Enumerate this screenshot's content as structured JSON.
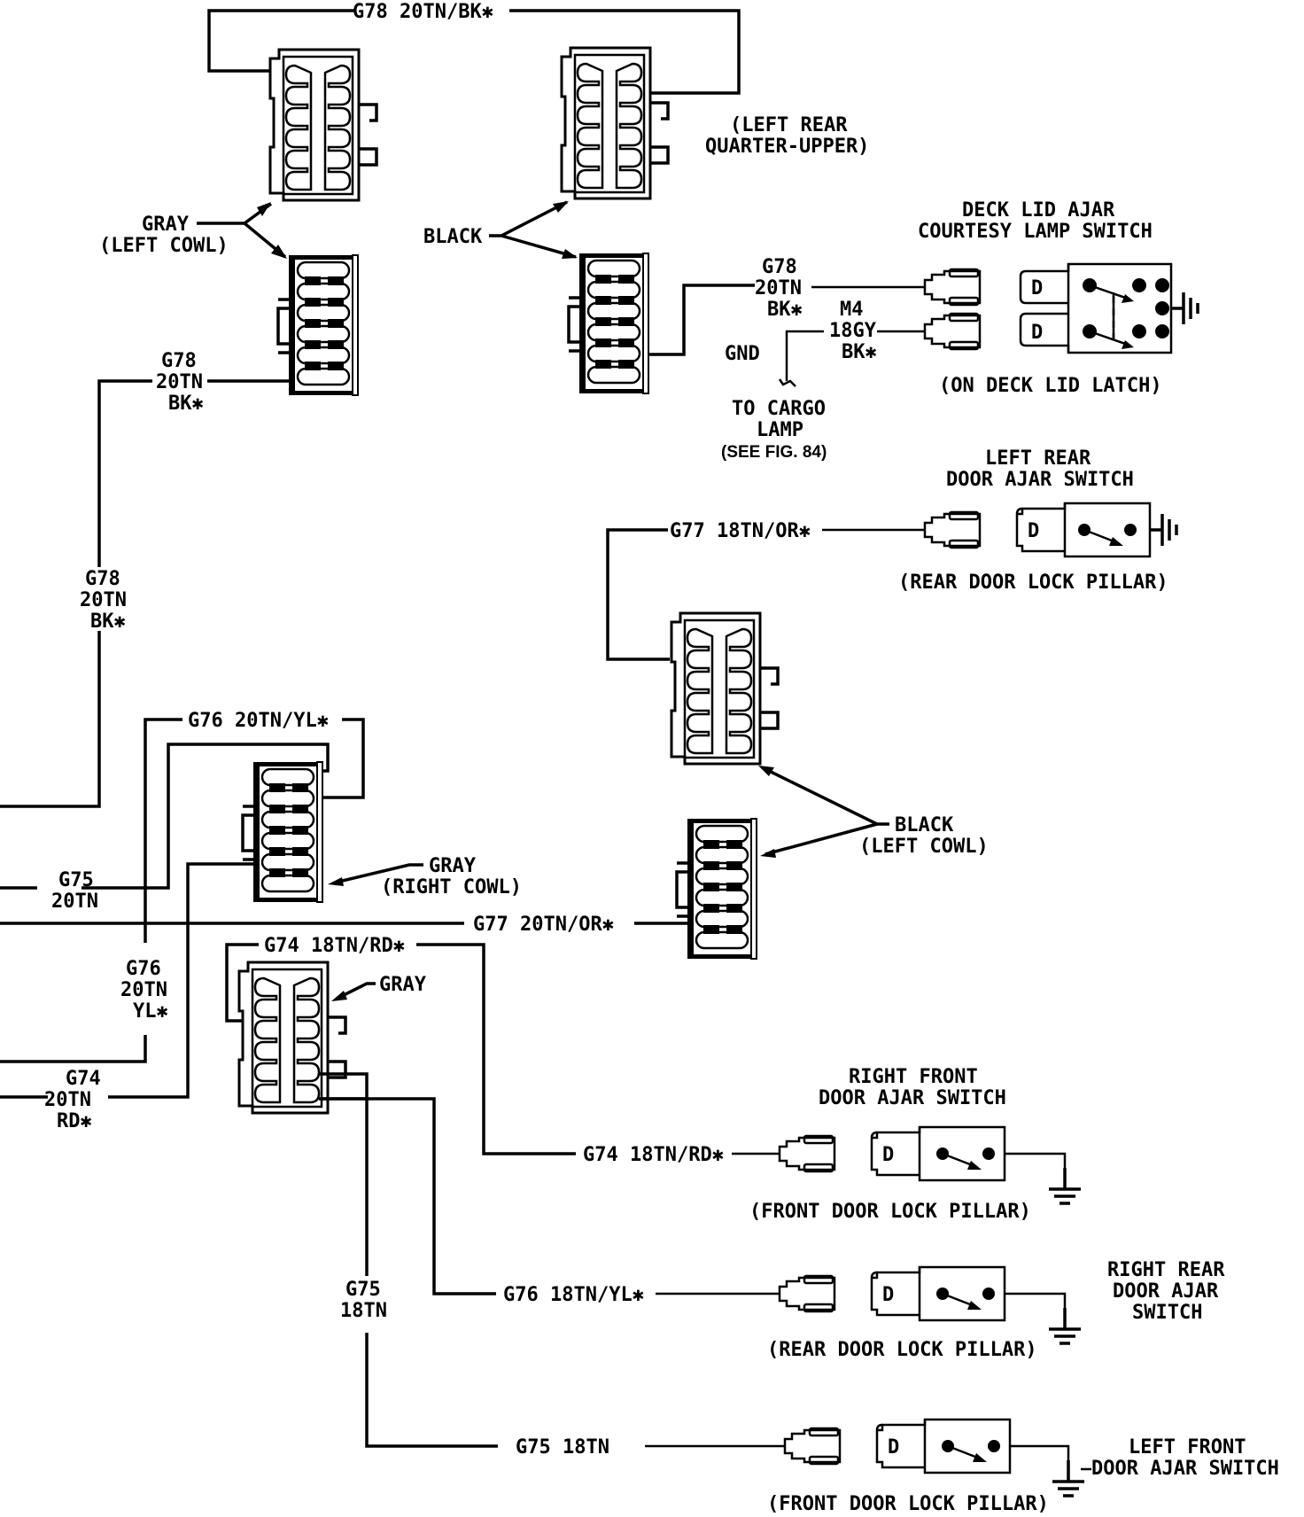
{
  "diagram": {
    "title": "Door Ajar / Courtesy Lamp Switch Wiring",
    "colors": {
      "ink": "#000000",
      "background": "#ffffff"
    },
    "connectors": [
      {
        "id": "c-top-left",
        "label": "GRAY (LEFT COWL)",
        "kind": "female"
      },
      {
        "id": "c-top-left-mate",
        "label": "GRAY (LEFT COWL)",
        "kind": "male"
      },
      {
        "id": "c-top-right",
        "label": "BLACK",
        "kind": "female"
      },
      {
        "id": "c-top-right-mate",
        "label": "BLACK",
        "kind": "male"
      },
      {
        "id": "c-mid-right",
        "label": "BLACK (LEFT COWL)",
        "kind": "female"
      },
      {
        "id": "c-mid-right-mate",
        "label": "BLACK (LEFT COWL)",
        "kind": "male"
      },
      {
        "id": "c-right-cowl",
        "label": "GRAY (RIGHT COWL)",
        "kind": "male"
      },
      {
        "id": "c-gray-lower",
        "label": "GRAY",
        "kind": "female"
      }
    ],
    "labels": {
      "top_wire": "G78 20TN/BK✱",
      "left_rear_quarter_1": "(LEFT REAR",
      "left_rear_quarter_2": "QUARTER-UPPER)",
      "gray_left_cowl_1": "GRAY",
      "gray_left_cowl_2": "(LEFT COWL)",
      "black_top": "BLACK",
      "g78_mid_1": "G78",
      "g78_mid_2": "20TN",
      "g78_mid_3": "BK✱",
      "g78_left_1": "G78",
      "g78_left_2": "20TN",
      "g78_left_3": "BK✱",
      "g78_deck_1": "G78",
      "g78_deck_2": "20TN",
      "g78_deck_3": "BK✱",
      "m4_1": "M4",
      "m4_2": "18GY",
      "m4_3": "BK✱",
      "gnd": "GND",
      "cargo_1": "TO CARGO",
      "cargo_2": "LAMP",
      "cargo_3": "(SEE FIG. 84)",
      "deck_title_1": "DECK LID AJAR",
      "deck_title_2": "COURTESY LAMP SWITCH",
      "deck_location": "(ON DECK LID LATCH)",
      "lr_title_1": "LEFT REAR",
      "lr_title_2": "DOOR AJAR SWITCH",
      "lr_location": "(REAR DOOR LOCK PILLAR)",
      "g77_top": "G77 18TN/OR✱",
      "black_left_cowl_1": "BLACK",
      "black_left_cowl_2": "(LEFT COWL)",
      "g76_top": "G76 20TN/YL✱",
      "g75_left_1": "G75",
      "g75_left_2": "20TN",
      "gray_right_cowl_1": "GRAY",
      "gray_right_cowl_2": "(RIGHT COWL)",
      "g77_mid": "G77 20TN/OR✱",
      "g74_top": "G74 18TN/RD✱",
      "gray_lower": "GRAY",
      "g76_left_1": "G76",
      "g76_left_2": "20TN",
      "g76_left_3": "YL✱",
      "g74_left_1": "G74",
      "g74_left_2": "20TN",
      "g74_left_3": "RD✱",
      "rf_title_1": "RIGHT FRONT",
      "rf_title_2": "DOOR AJAR SWITCH",
      "g74_rf": "G74 18TN/RD✱",
      "rf_location": "(FRONT DOOR LOCK PILLAR)",
      "g76_rr": "G76 18TN/YL✱",
      "rr_title_1": "RIGHT REAR",
      "rr_title_2": "DOOR AJAR",
      "rr_title_3": "SWITCH",
      "rr_location": "(REAR DOOR LOCK PILLAR)",
      "g75_vert_1": "G75",
      "g75_vert_2": "18TN",
      "g75_lf": "G75 18TN",
      "lf_title_1": "LEFT FRONT",
      "lf_title_2": "DOOR AJAR SWITCH",
      "lf_location": "(FRONT DOOR LOCK PILLAR)",
      "terminal_d": "D"
    },
    "switches": [
      {
        "name": "DECK LID AJAR COURTESY LAMP SWITCH",
        "location": "ON DECK LID LATCH",
        "terminals": 2
      },
      {
        "name": "LEFT REAR DOOR AJAR SWITCH",
        "location": "REAR DOOR LOCK PILLAR",
        "terminals": 1
      },
      {
        "name": "RIGHT FRONT DOOR AJAR SWITCH",
        "location": "FRONT DOOR LOCK PILLAR",
        "terminals": 1
      },
      {
        "name": "RIGHT REAR DOOR AJAR SWITCH",
        "location": "REAR DOOR LOCK PILLAR",
        "terminals": 1
      },
      {
        "name": "LEFT FRONT DOOR AJAR SWITCH",
        "location": "FRONT DOOR LOCK PILLAR",
        "terminals": 1
      }
    ]
  }
}
